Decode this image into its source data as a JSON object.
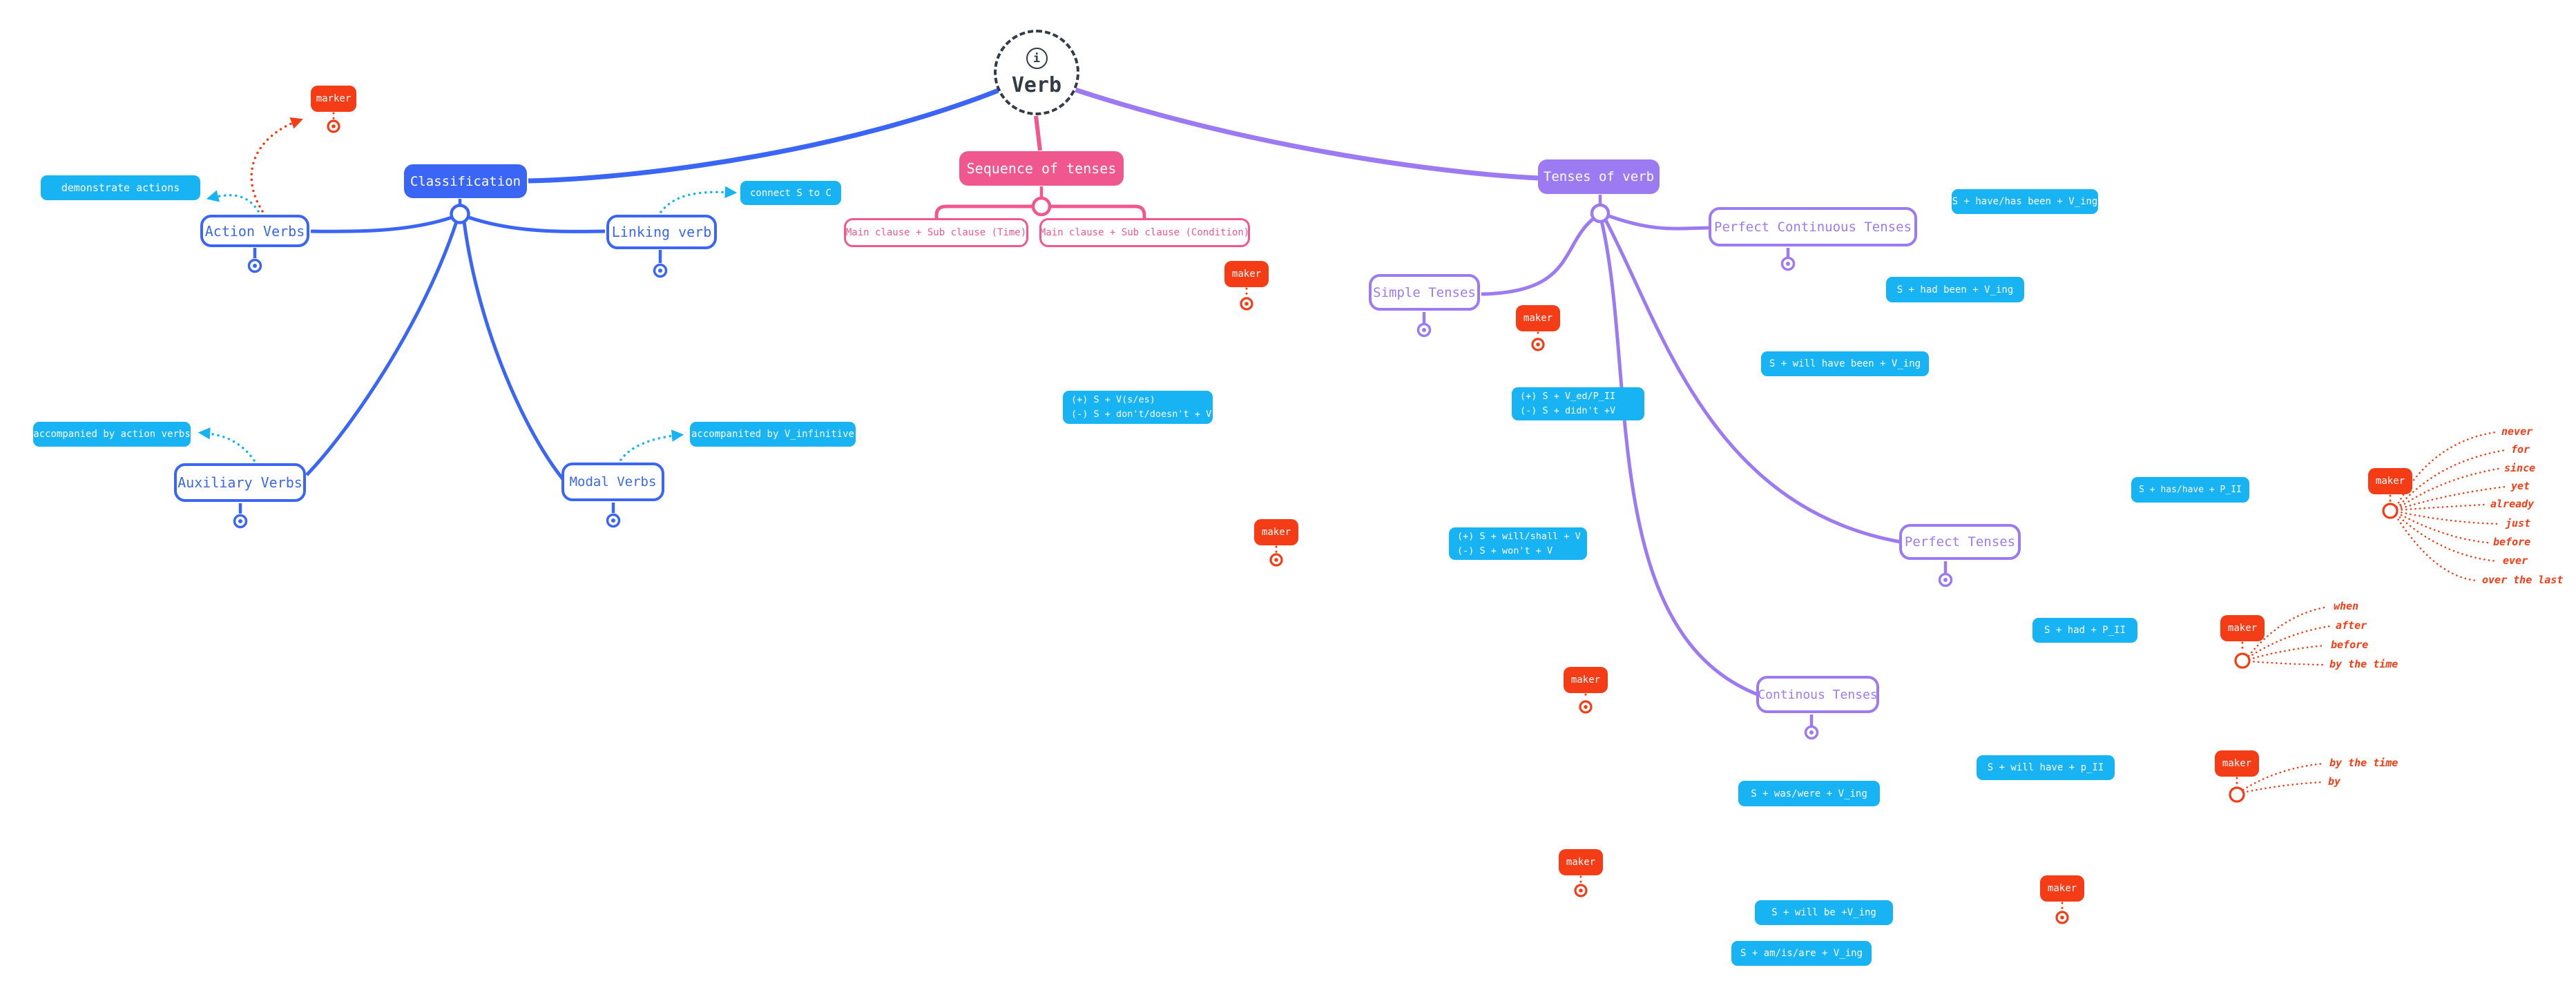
{
  "colors": {
    "blue_branch": "#3b66f5",
    "pink_branch": "#f0578d",
    "purple_branch": "#9c7af2",
    "cyan_label": "#17b3f2",
    "red_marker": "#f43c16",
    "root_dark": "#333b44"
  },
  "root": {
    "label": "Verb",
    "icon_glyph": "i"
  },
  "classification": {
    "label": "Classification",
    "children": [
      "Action Verbs",
      "Linking verb",
      "Auxiliary Verbs",
      "Modal Verbs"
    ]
  },
  "sequence": {
    "label": "Sequence of tenses",
    "children": [
      "Main clause + Sub clause (Time)",
      "Main clause + Sub clause (Condition)"
    ]
  },
  "tenses": {
    "label": "Tenses of verb",
    "children": [
      "Simple Tenses",
      "Perfect Continuous Tenses",
      "Perfect Tenses",
      "Continous Tenses"
    ]
  },
  "callouts": {
    "action": "demonstrate actions",
    "linking": "connect S to C",
    "auxiliary": "accompanied by action verbs",
    "modal": "accompanited by V_infinitive"
  },
  "formulas": {
    "pcont_present": "S + have/has been + V_ing",
    "pcont_past": "S + had been + V_ing",
    "pcont_future": "S + will have been + V_ing",
    "simple_present_pos": "(+) S + V(s/es)",
    "simple_present_neg": "(-) S + don't/doesn't + V",
    "simple_past_pos": "(+) S + V_ed/P_II",
    "simple_past_neg": "(-) S + didn't +V",
    "simple_future_pos": "(+) S + will/shall + V",
    "simple_future_neg": "(-) S + won't + V",
    "perfect_present": "S + has/have + P_II",
    "perfect_past": "S + had + P_II",
    "perfect_future": "S + will have + p_II",
    "cont_past": "S + was/were + V_ing",
    "cont_future": "S + will be +V_ing",
    "cont_present": "S + am/is/are + V_ing"
  },
  "markers": {
    "marker_label": "marker",
    "maker_label": "maker"
  },
  "fan_words": {
    "present_perfect": [
      "never",
      "for",
      "since",
      "yet",
      "already",
      "just",
      "before",
      "ever",
      "over the last"
    ],
    "past_perfect": [
      "when",
      "after",
      "before",
      "by the time"
    ],
    "future_perfect": [
      "by the time",
      "by"
    ]
  }
}
